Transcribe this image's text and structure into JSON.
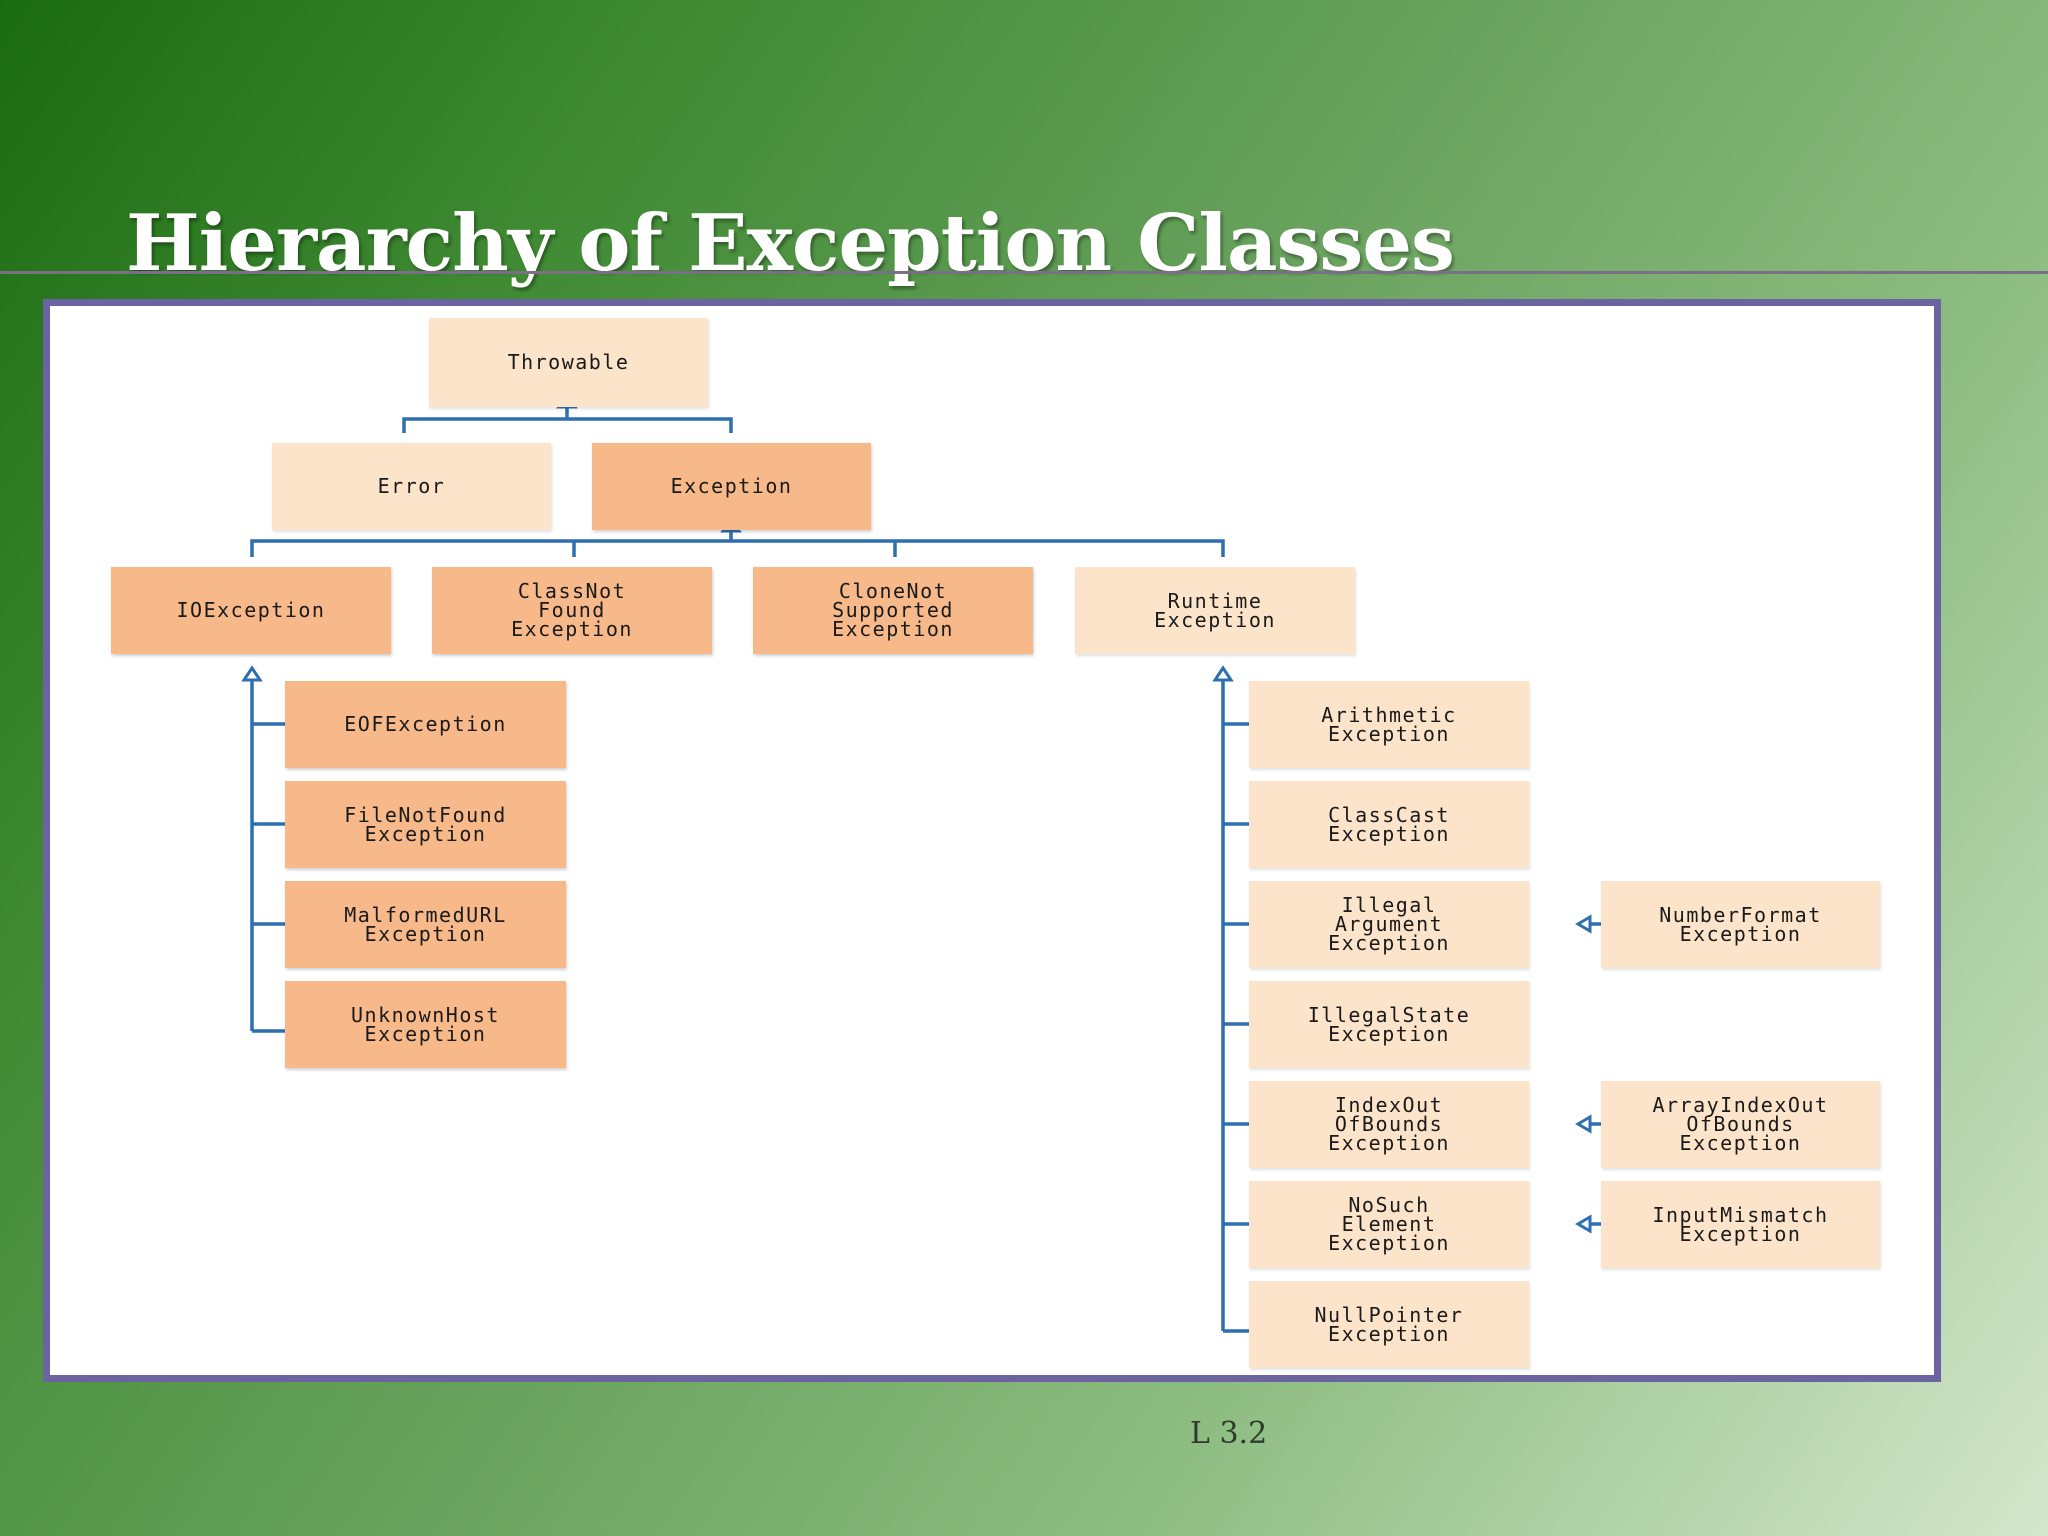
{
  "slide": {
    "title": "Hierarchy of Exception Classes",
    "footer": "L 3.2"
  },
  "colors": {
    "connector": "#2d6fb0",
    "node_dark": "#f7b98a",
    "node_light": "#fce4cb",
    "frame": "#6b64a0"
  },
  "nodes": {
    "throwable": "Throwable",
    "error": "Error",
    "exception": "Exception",
    "ioexception": "IOException",
    "classnotfound": "ClassNot\nFound\nException",
    "clonenotsupported": "CloneNot\nSupported\nException",
    "runtime": "Runtime\nException",
    "eof": "EOFException",
    "filenotfound": "FileNotFound\nException",
    "malformedurl": "MalformedURL\nException",
    "unknownhost": "UnknownHost\nException",
    "arithmetic": "Arithmetic\nException",
    "classcast": "ClassCast\nException",
    "illegalargument": "Illegal\nArgument\nException",
    "illegalstate": "IllegalState\nException",
    "indexoutofbounds": "IndexOut\nOfBounds\nException",
    "nosuchelement": "NoSuch\nElement\nException",
    "nullpointer": "NullPointer\nException",
    "numberformat": "NumberFormat\nException",
    "arrayindexoutofbounds": "ArrayIndexOut\nOfBounds\nException",
    "inputmismatch": "InputMismatch\nException"
  }
}
